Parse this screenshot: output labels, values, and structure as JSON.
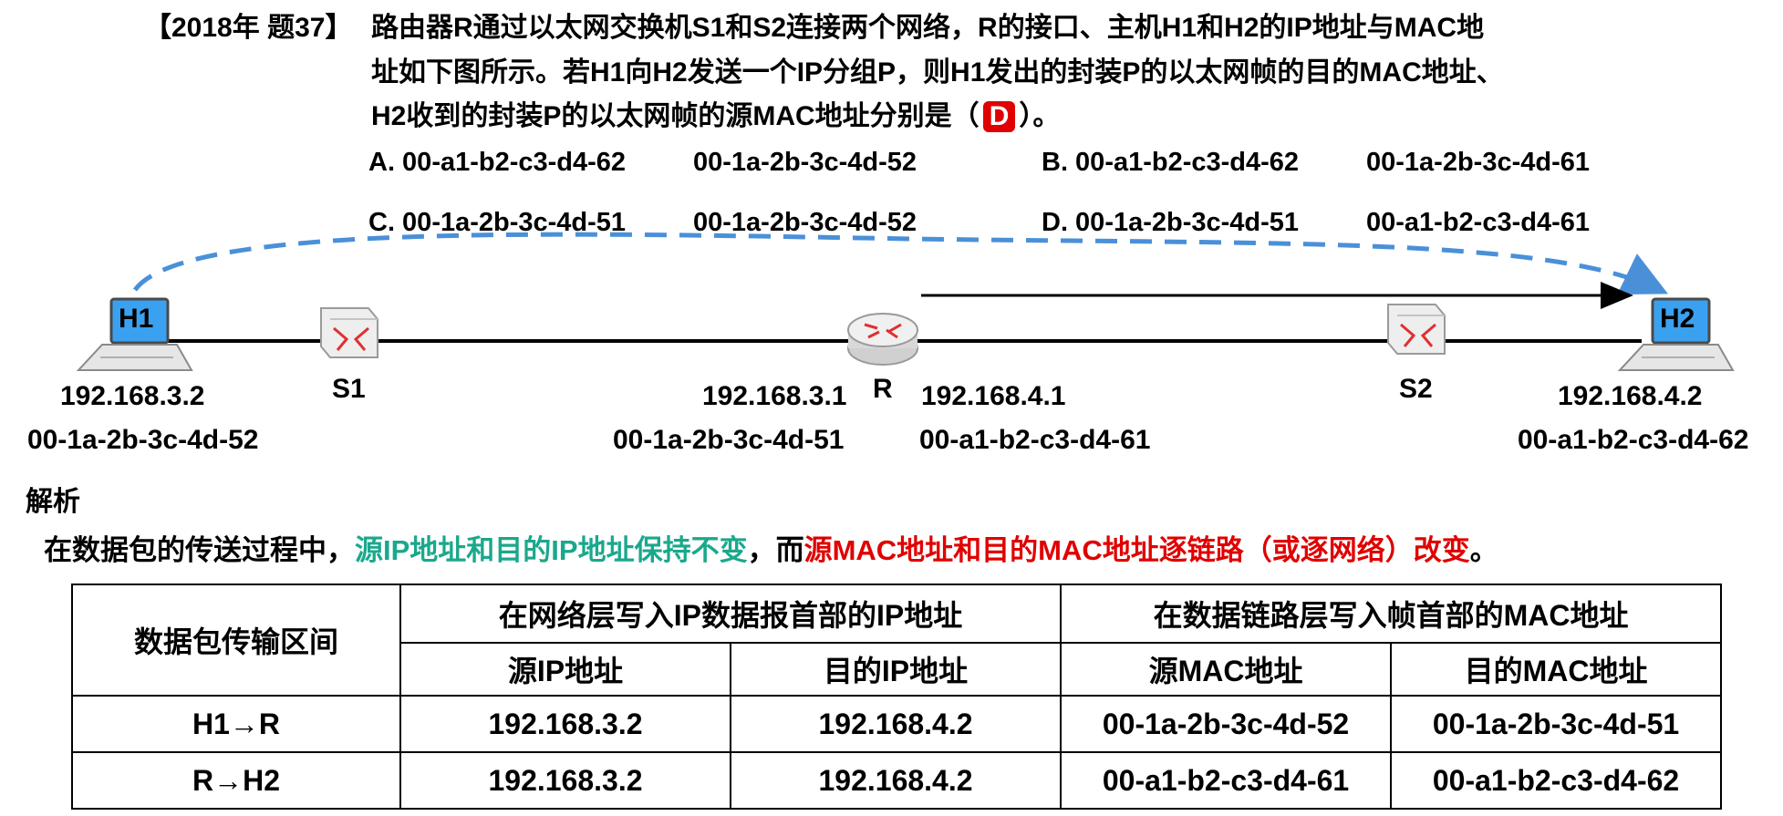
{
  "question": {
    "prefix": "【2018年 题37】",
    "line1": "路由器R通过以太网交换机S1和S2连接两个网络，R的接口、主机H1和H2的IP地址与MAC地",
    "line2": "址如下图所示。若H1向H2发送一个IP分组P，则H1发出的封装P的以太网帧的目的MAC地址、",
    "line3_before": "H2收到的封装P的以太网帧的源MAC地址分别是（",
    "answer": "D",
    "line3_after": "）。"
  },
  "options": {
    "A": {
      "label": "A. 00-a1-b2-c3-d4-62",
      "second": "00-1a-2b-3c-4d-52"
    },
    "B": {
      "label": "B. 00-a1-b2-c3-d4-62",
      "second": "00-1a-2b-3c-4d-61"
    },
    "C": {
      "label": "C. 00-1a-2b-3c-4d-51",
      "second": "00-1a-2b-3c-4d-52"
    },
    "D": {
      "label": "D. 00-1a-2b-3c-4d-51",
      "second": "00-a1-b2-c3-d4-61"
    }
  },
  "network": {
    "h1": {
      "name": "H1",
      "ip": "192.168.3.2",
      "mac": "00-1a-2b-3c-4d-52"
    },
    "s1": {
      "name": "S1"
    },
    "router": {
      "name": "R",
      "ip_left": "192.168.3.1",
      "mac_left": "00-1a-2b-3c-4d-51",
      "ip_right": "192.168.4.1",
      "mac_right": "00-a1-b2-c3-d4-61"
    },
    "s2": {
      "name": "S2"
    },
    "h2": {
      "name": "H2",
      "ip": "192.168.4.2",
      "mac": "00-a1-b2-c3-d4-62"
    }
  },
  "analysis": {
    "heading": "解析",
    "text_before": "在数据包的传送过程中，",
    "text_green": "源IP地址和目的IP地址保持不变",
    "text_mid": "，而",
    "text_red": "源MAC地址和目的MAC地址逐链路（或逐网络）改变",
    "text_after": "。"
  },
  "table": {
    "col_segment": "数据包传输区间",
    "ip_group": "在网络层写入IP数据报首部的IP地址",
    "mac_group": "在数据链路层写入帧首部的MAC地址",
    "src_ip": "源IP地址",
    "dst_ip": "目的IP地址",
    "src_mac": "源MAC地址",
    "dst_mac": "目的MAC地址",
    "rows": [
      {
        "segment": "H1→R",
        "src_ip": "192.168.3.2",
        "dst_ip": "192.168.4.2",
        "src_mac": "00-1a-2b-3c-4d-52",
        "dst_mac": "00-1a-2b-3c-4d-51"
      },
      {
        "segment": "R→H2",
        "src_ip": "192.168.3.2",
        "dst_ip": "192.168.4.2",
        "src_mac": "00-a1-b2-c3-d4-61",
        "dst_mac": "00-a1-b2-c3-d4-62"
      }
    ]
  },
  "colors": {
    "answer_bg": "#e00000",
    "green": "#1aa88c",
    "red": "#e00000",
    "dashed_arc": "#4a90d9",
    "host_screen": "#3aa0f0",
    "switch_arrows": "#e03030"
  }
}
